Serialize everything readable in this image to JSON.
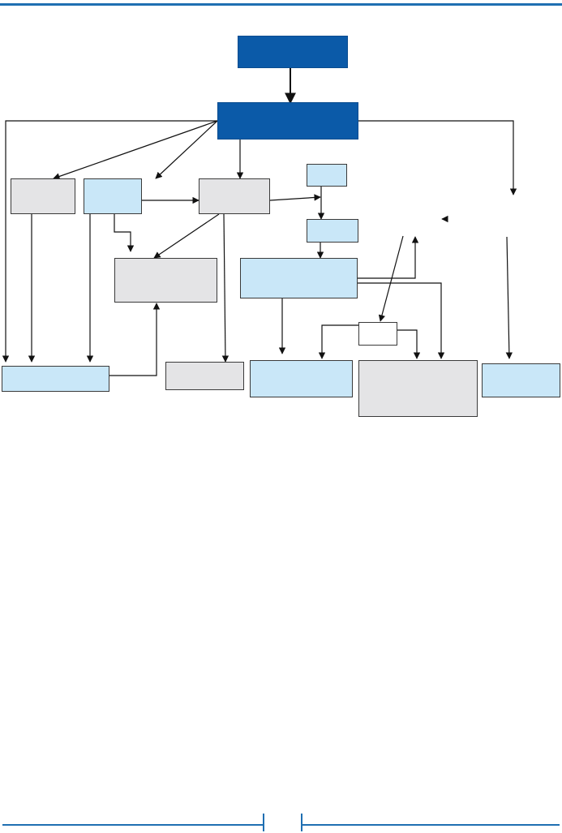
{
  "page": {
    "page_number": ""
  },
  "colors": {
    "rule": "#1f6fb2",
    "dark_node": "#0b5aa8",
    "light_node": "#c9e7f8",
    "gray_node": "#e4e4e6",
    "line": "#111111"
  },
  "diagram": {
    "node_types": [
      "dark",
      "dark",
      "gray",
      "light",
      "gray",
      "light",
      "gray",
      "light",
      "light",
      "white",
      "light",
      "gray",
      "light",
      "gray",
      "light"
    ]
  }
}
